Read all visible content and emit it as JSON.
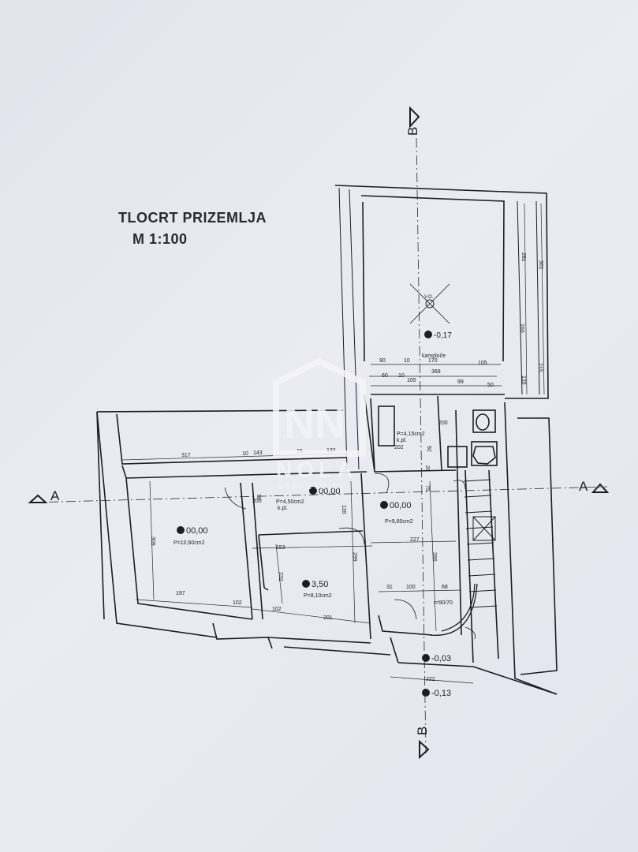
{
  "heading": {
    "title": "TLOCRT PRIZEMLJA",
    "scale": "M 1:100"
  },
  "watermark": {
    "brand": "NOLA",
    "tagline": "NEKRETNINE"
  },
  "sections": {
    "a_left": "A",
    "a_right": "A",
    "b_top": "B",
    "b_bottom": "B"
  },
  "levels": {
    "garden": "-0,17",
    "room_left": "00,00",
    "corridor": "00,00",
    "hall": "00,00",
    "room_mid": "3,50",
    "entrance_step": "-0,03",
    "entrance_outside": "-0,13"
  },
  "areas": {
    "kitchen": "P=4,15cm2",
    "corridor": "P=4,50cm2",
    "hall": "P=9,60cm2",
    "room_left": "P=10,60cm2",
    "room_mid": "P=8,10cm2",
    "floor_kpl": "k.pl.",
    "kamploce": "kamploče",
    "vo": "V.O."
  },
  "dims": {
    "d317": "317",
    "d10a": "10",
    "d143": "143",
    "d15": "15",
    "d132": "132",
    "d170": "170",
    "d90": "90",
    "d10b": "10",
    "d368": "368",
    "d105a": "105",
    "d60": "60",
    "d10c": "10",
    "d105b": "105",
    "d99": "99",
    "d50": "50",
    "d281": "281",
    "d361": "361",
    "d160": "160",
    "d215": "215",
    "d135a": "135",
    "d309": "309",
    "d197": "197",
    "d102a": "102",
    "d102b": "102",
    "d201": "201",
    "d153": "153",
    "d227": "227",
    "d232": "232",
    "d299": "299",
    "d286": "286",
    "d31": "31",
    "d100": "100",
    "d68": "68",
    "d222": "222",
    "d202": "202",
    "d200a": "200",
    "d200b": "200",
    "d135b": "135",
    "d75": "75",
    "d20": "20",
    "d70": "70",
    "d92": "92",
    "r9070": "r=90/70"
  }
}
